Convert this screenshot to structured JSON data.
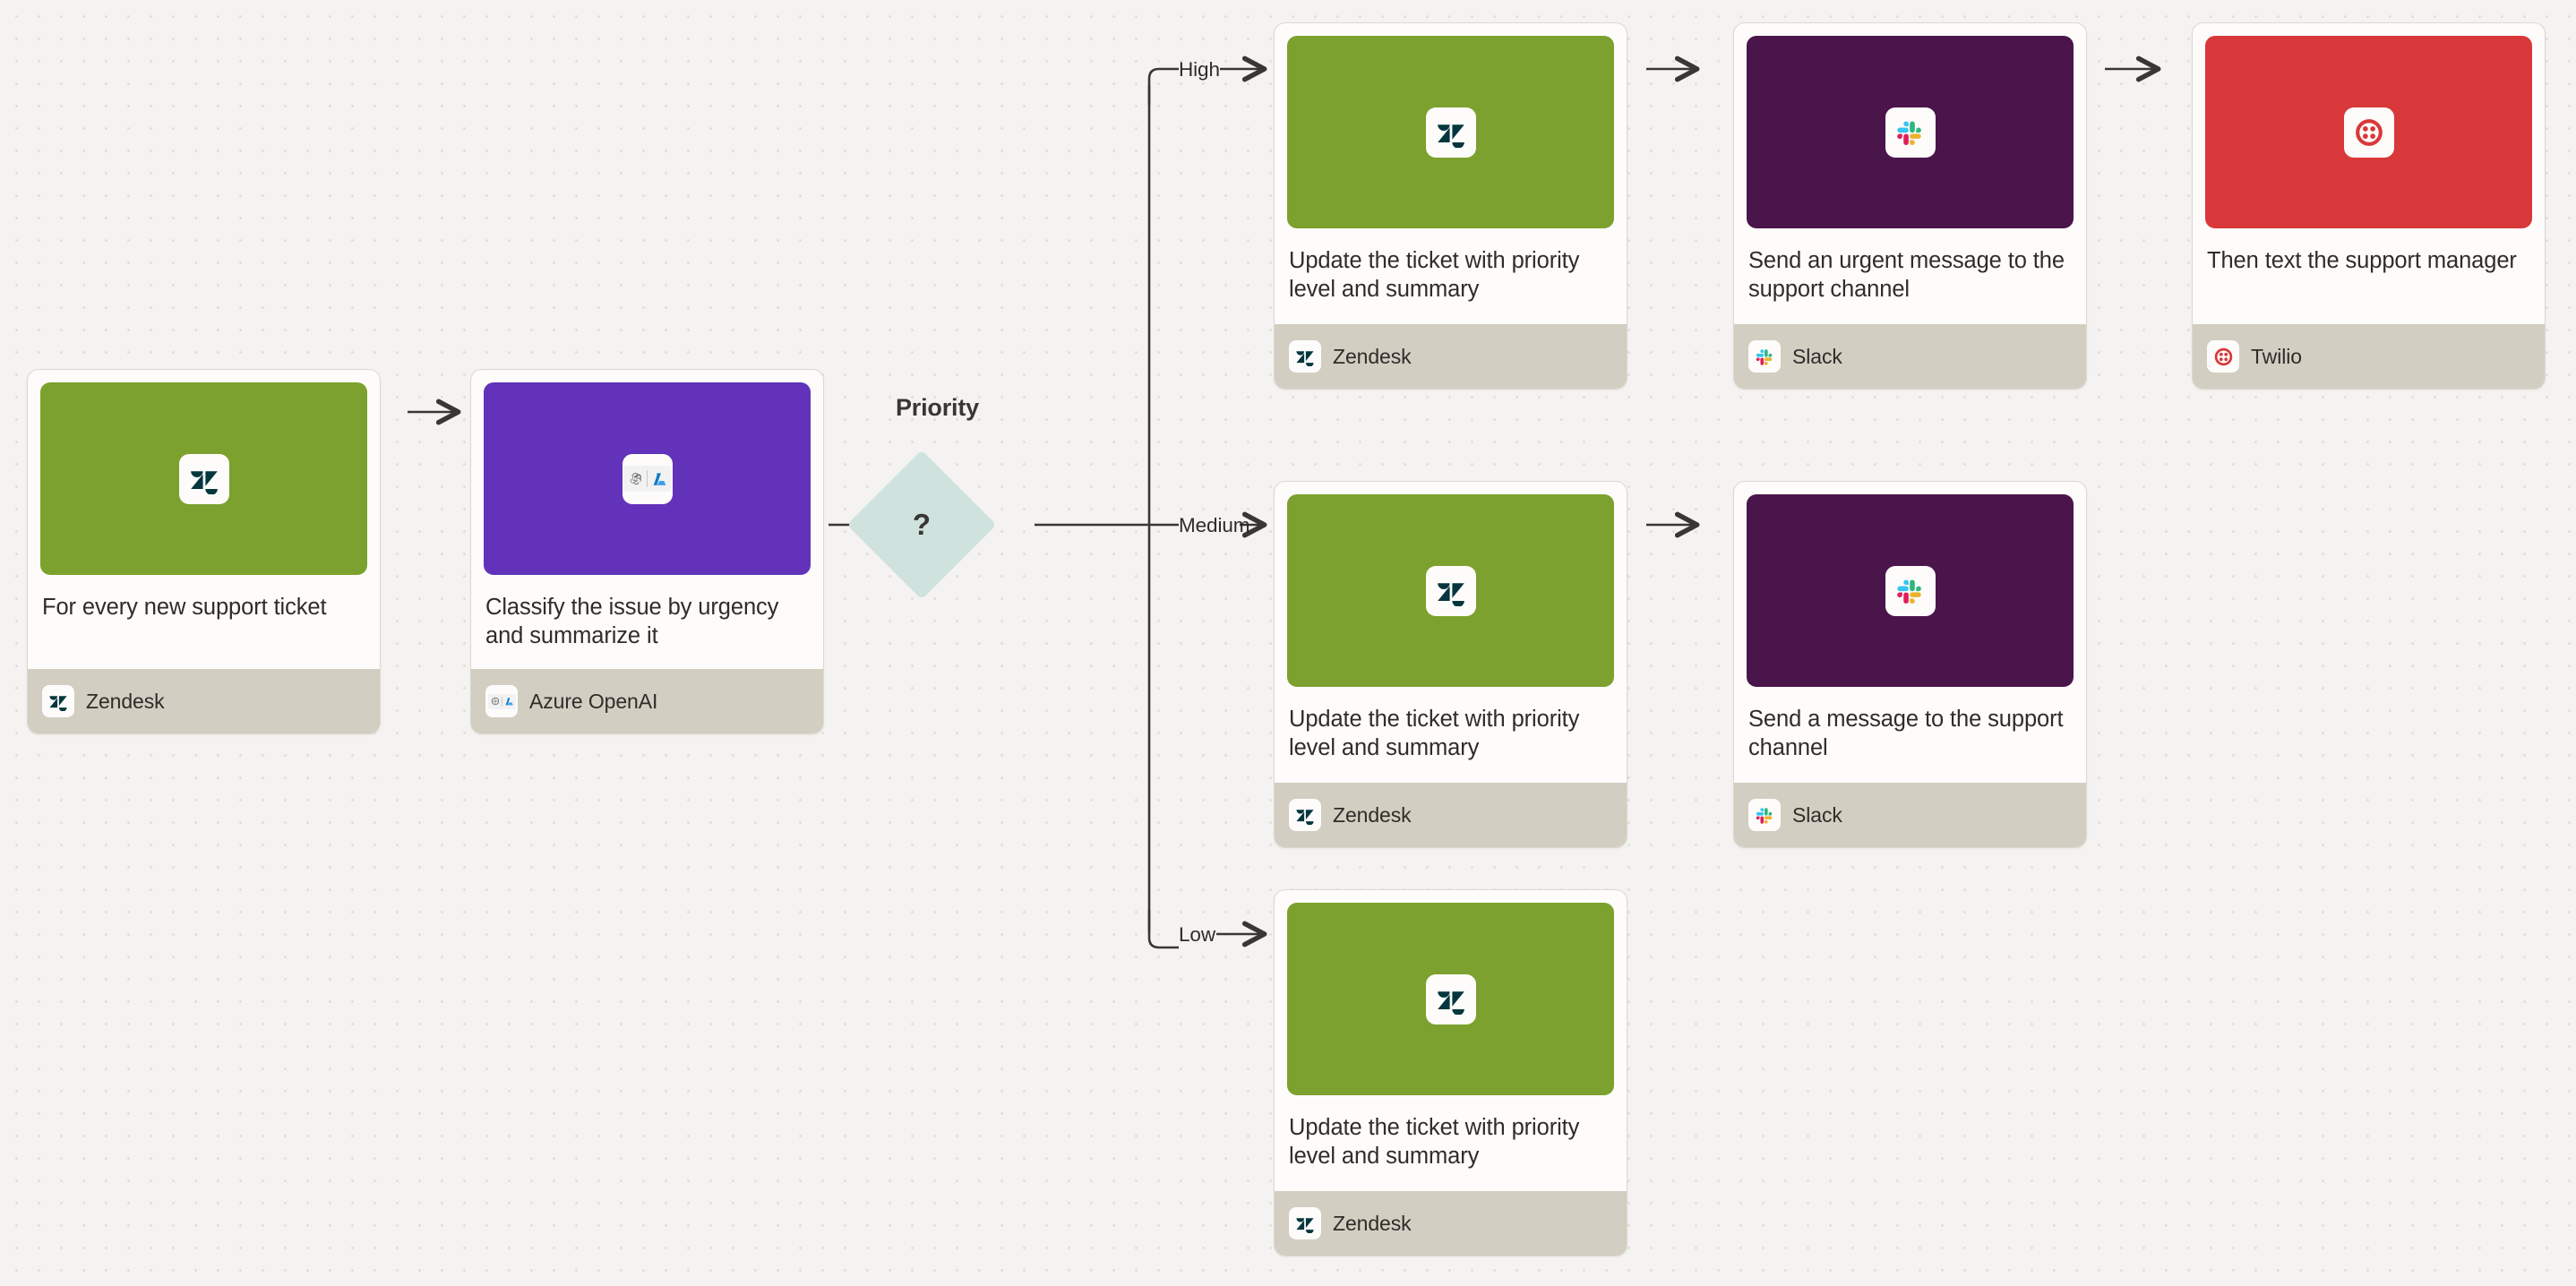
{
  "diagram": {
    "type": "workflow-flowchart",
    "background": "#f4f3f1",
    "decision": {
      "title": "Priority",
      "glyph": "?",
      "color": "#cfe2dd",
      "branches": [
        "High",
        "Medium",
        "Low"
      ]
    },
    "apps": {
      "zendesk": {
        "name": "Zendesk",
        "header_color": "#7da12e",
        "icon": "zendesk-icon"
      },
      "azure_openai": {
        "name": "Azure OpenAI",
        "header_color": "#6233ba",
        "icon": "azure-openai-icon"
      },
      "slack": {
        "name": "Slack",
        "header_color": "#4a154b",
        "icon": "slack-icon"
      },
      "twilio": {
        "name": "Twilio",
        "header_color": "#d8383a",
        "icon": "twilio-icon"
      }
    },
    "nodes": {
      "trigger": {
        "text": "For every new support ticket",
        "app": "Zendesk",
        "icon": "zendesk-icon"
      },
      "classify": {
        "text": "Classify the issue by urgency and summarize it",
        "app": "Azure OpenAI",
        "icon": "azure-openai-icon"
      },
      "high_update": {
        "text": "Update the ticket with priority level and summary",
        "app": "Zendesk",
        "icon": "zendesk-icon"
      },
      "high_slack": {
        "text": "Send an urgent message to the support channel",
        "app": "Slack",
        "icon": "slack-icon"
      },
      "high_twilio": {
        "text": "Then text the support manager",
        "app": "Twilio",
        "icon": "twilio-icon"
      },
      "medium_update": {
        "text": "Update the ticket with priority level and summary",
        "app": "Zendesk",
        "icon": "zendesk-icon"
      },
      "medium_slack": {
        "text": "Send a message to the support channel",
        "app": "Slack",
        "icon": "slack-icon"
      },
      "low_update": {
        "text": "Update the ticket with priority level and summary",
        "app": "Zendesk",
        "icon": "zendesk-icon"
      }
    }
  }
}
